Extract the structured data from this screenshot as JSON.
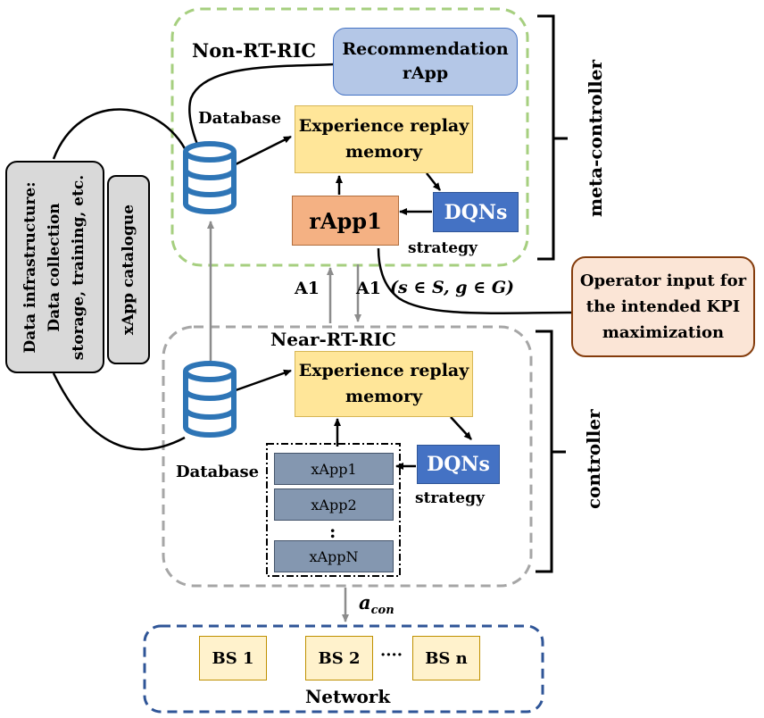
{
  "non_rt_ric": {
    "title": "Non-RT-RIC",
    "recommendation_line1": "Recommendation",
    "recommendation_line2": "rApp",
    "database_label": "Database",
    "replay_line1": "Experience replay",
    "replay_line2": "memory",
    "rapp1": "rApp1",
    "dqns": "DQNs",
    "strategy": "strategy"
  },
  "meta_controller_label": "meta-controller",
  "a1_left": "A1",
  "a1_right": "A1",
  "a1_formula": "(s ∈ S, g ∈ G)",
  "operator_input": {
    "line1": "Operator input for",
    "line2": "the intended KPI",
    "line3": "maximization"
  },
  "data_infrastructure": {
    "line1": "Data infrastructure:",
    "line2": "Data collection",
    "line3": "storage, training, etc.",
    "xapp_catalogue": "xApp catalogue"
  },
  "near_rt_ric": {
    "title": "Near-RT-RIC",
    "database_label": "Database",
    "replay_line1": "Experience replay",
    "replay_line2": "memory",
    "dqns": "DQNs",
    "strategy": "strategy",
    "xapps": [
      "xApp1",
      "xApp2",
      "xAppN"
    ],
    "ellipsis": ":"
  },
  "controller_label": "controller",
  "a_con": "a",
  "a_con_sub": "con",
  "network": {
    "label": "Network",
    "bs": [
      "BS 1",
      "BS 2",
      "BS n"
    ],
    "dots": "····"
  },
  "colors": {
    "green_dash": "#a6cf7f",
    "gray_dash": "#a6a6a6",
    "navy_dash": "#2f5597",
    "recommendation_fill": "#b4c7e7",
    "recommendation_border": "#4472c4",
    "replay_fill": "#ffe699",
    "rapp1_fill": "#f4b183",
    "dqns_fill": "#4472c4",
    "operator_fill": "#fbe5d6",
    "operator_border": "#843c0c",
    "infra_fill": "#d9d9d9",
    "xapp_fill": "#8497b0",
    "bs_fill": "#fff2cc",
    "database_blue": "#2e75b6"
  }
}
